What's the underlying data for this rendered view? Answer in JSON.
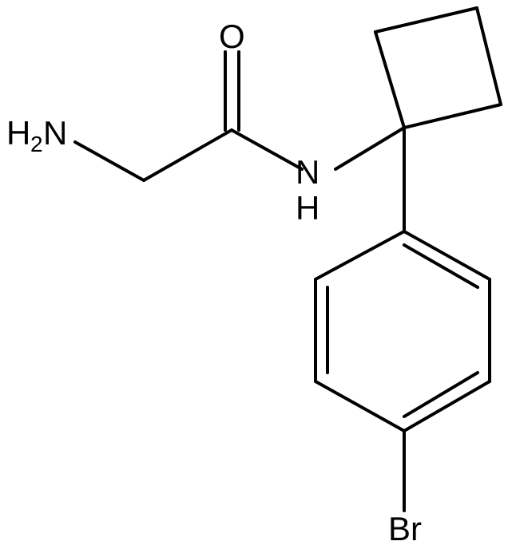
{
  "molecule": {
    "atoms": {
      "amine": {
        "symbol": "H",
        "subscript": "2",
        "element": "N"
      },
      "oxygen": {
        "symbol": "O"
      },
      "amide_n": {
        "symbol": "N"
      },
      "amide_h": {
        "symbol": "H"
      },
      "bromine": {
        "symbol": "Br"
      }
    }
  }
}
